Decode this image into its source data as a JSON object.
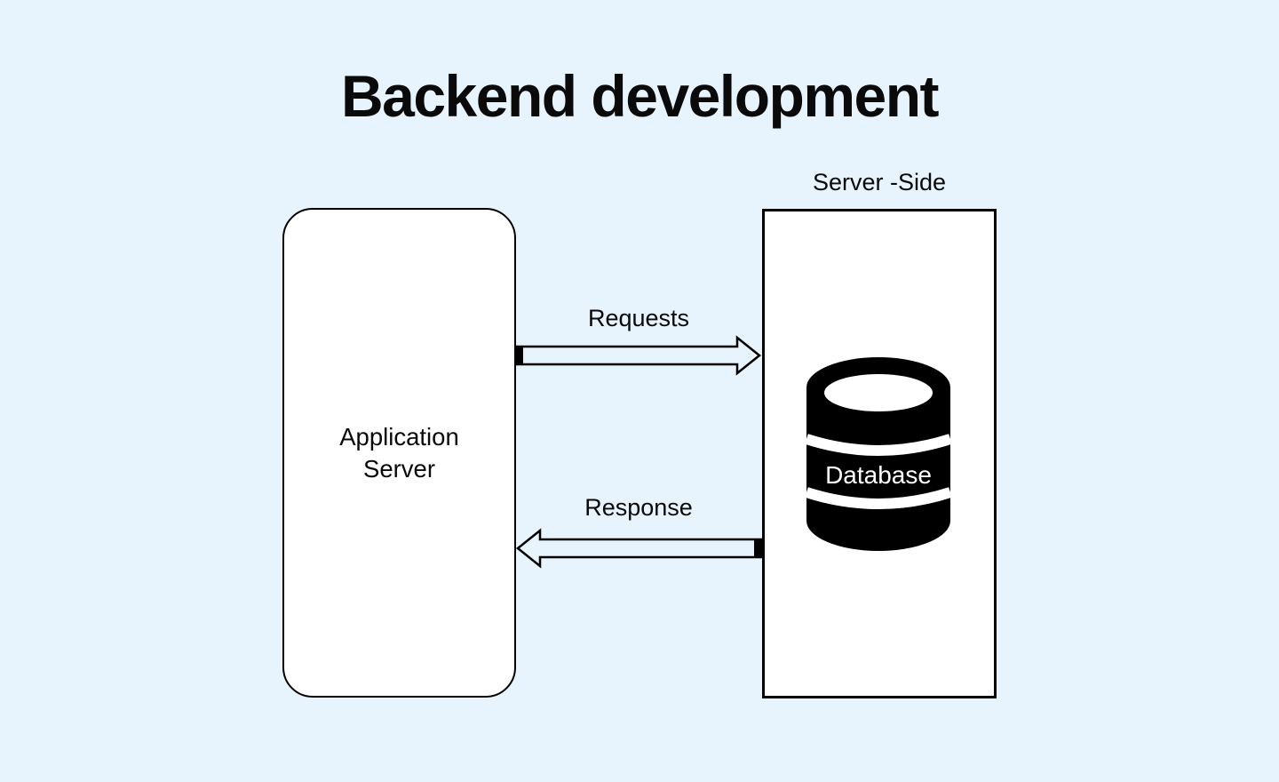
{
  "title": "Backend development",
  "diagram": {
    "server_side_label": "Server -Side",
    "app_server": {
      "line1": "Application",
      "line2": "Server"
    },
    "arrows": {
      "requests": "Requests",
      "response": "Response"
    },
    "database_label": "Database"
  },
  "colors": {
    "background": "#E7F3FD",
    "node_fill": "#FFFFFF",
    "stroke": "#000000",
    "database_fill": "#000000",
    "database_text": "#FFFFFF"
  }
}
